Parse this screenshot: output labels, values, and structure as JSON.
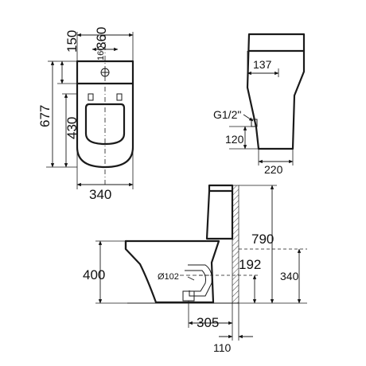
{
  "top_view": {
    "dim_150": "150",
    "dim_360": "360",
    "dim_160": "160",
    "dim_677": "677",
    "dim_430": "430",
    "dim_340": "340"
  },
  "side_view": {
    "dim_137": "137",
    "thread": "G1/2\"",
    "dim_120": "120",
    "dim_220": "220"
  },
  "front_view": {
    "dim_790": "790",
    "dim_192": "192",
    "dim_400": "400",
    "dim_340": "340",
    "outlet": "Ø102",
    "dim_305": "305",
    "dim_110": "110"
  }
}
